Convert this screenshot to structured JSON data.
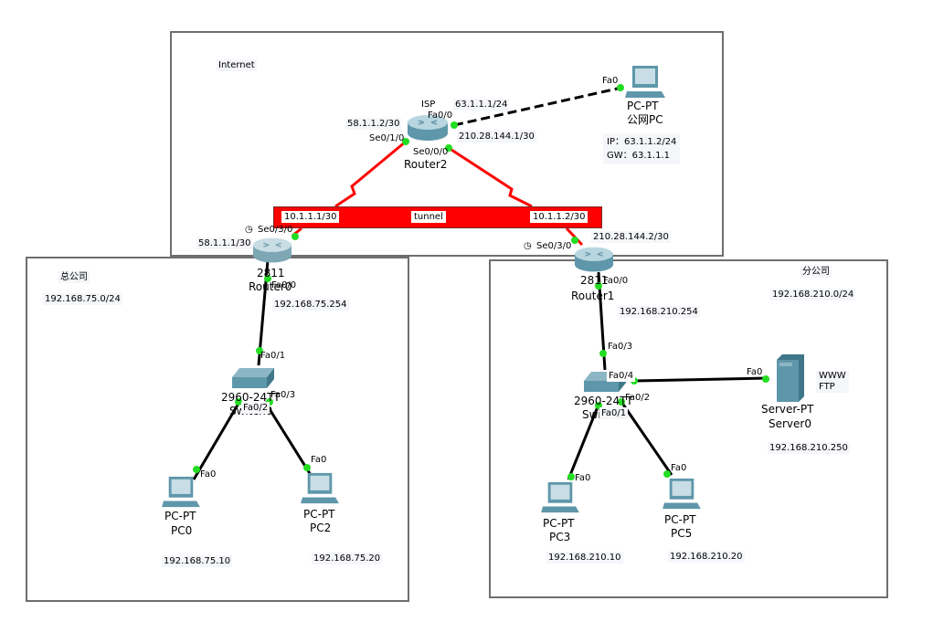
{
  "areas": {
    "internet": {
      "label": "Internet"
    },
    "hq": {
      "label": "总公司",
      "subnet": "192.168.75.0/24"
    },
    "branch": {
      "label": "分公司",
      "subnet": "192.168.210.0/24"
    }
  },
  "tunnel": {
    "label": "tunnel",
    "left_ip": "10.1.1.1/30",
    "right_ip": "10.1.1.2/30",
    "color": "#ff0000"
  },
  "devices": {
    "router2": {
      "model": "ISP",
      "name": "Router2",
      "fa_port": "Fa0/0",
      "fa_ip": "63.1.1.1/24",
      "se010_port": "Se0/1/0",
      "se010_ip": "58.1.1.2/30",
      "se000_port": "Se0/0/0",
      "se000_ip": "210.28.144.1/30"
    },
    "public_pc": {
      "model": "PC-PT",
      "name": "公网PC",
      "port": "Fa0",
      "ip_line": "IP：63.1.1.2/24",
      "gw_line": "GW：63.1.1.1"
    },
    "router0": {
      "model": "2811",
      "name": "Router0",
      "serial_port": "Se0/3/0",
      "serial_ip": "58.1.1.1/30",
      "fa_port": "Fa0/0",
      "fa_ip": "192.168.75.254"
    },
    "router1": {
      "model": "2811",
      "name": "Router1",
      "serial_port": "Se0/3/0",
      "serial_ip": "210.28.144.2/30",
      "fa_port": "Fa0/0",
      "fa_ip": "192.168.210.254"
    },
    "switch0": {
      "model": "2960-24TT",
      "name": "Switch0",
      "uplink": "Fa0/1",
      "p2": "Fa0/2",
      "p3": "Fa0/3"
    },
    "switch1": {
      "model": "2960-24TT",
      "name": "Switch1",
      "uplink": "Fa0/3",
      "p4": "Fa0/4",
      "p2": "Fa0/2",
      "p1": "Fa0/1"
    },
    "pc0": {
      "model": "PC-PT",
      "name": "PC0",
      "port": "Fa0",
      "ip": "192.168.75.10"
    },
    "pc2": {
      "model": "PC-PT",
      "name": "PC2",
      "port": "Fa0",
      "ip": "192.168.75.20"
    },
    "pc3": {
      "model": "PC-PT",
      "name": "PC3",
      "port": "Fa0",
      "ip": "192.168.210.10"
    },
    "pc5": {
      "model": "PC-PT",
      "name": "PC5",
      "port": "Fa0",
      "ip": "192.168.210.20"
    },
    "server0": {
      "model": "Server-PT",
      "name": "Server0",
      "port": "Fa0",
      "services": [
        "WWW",
        "FTP"
      ],
      "ip": "192.168.210.250"
    }
  },
  "colors": {
    "serial_link": "#ff0000",
    "ethernet_link": "#000000",
    "port_up": "#22dd22"
  }
}
